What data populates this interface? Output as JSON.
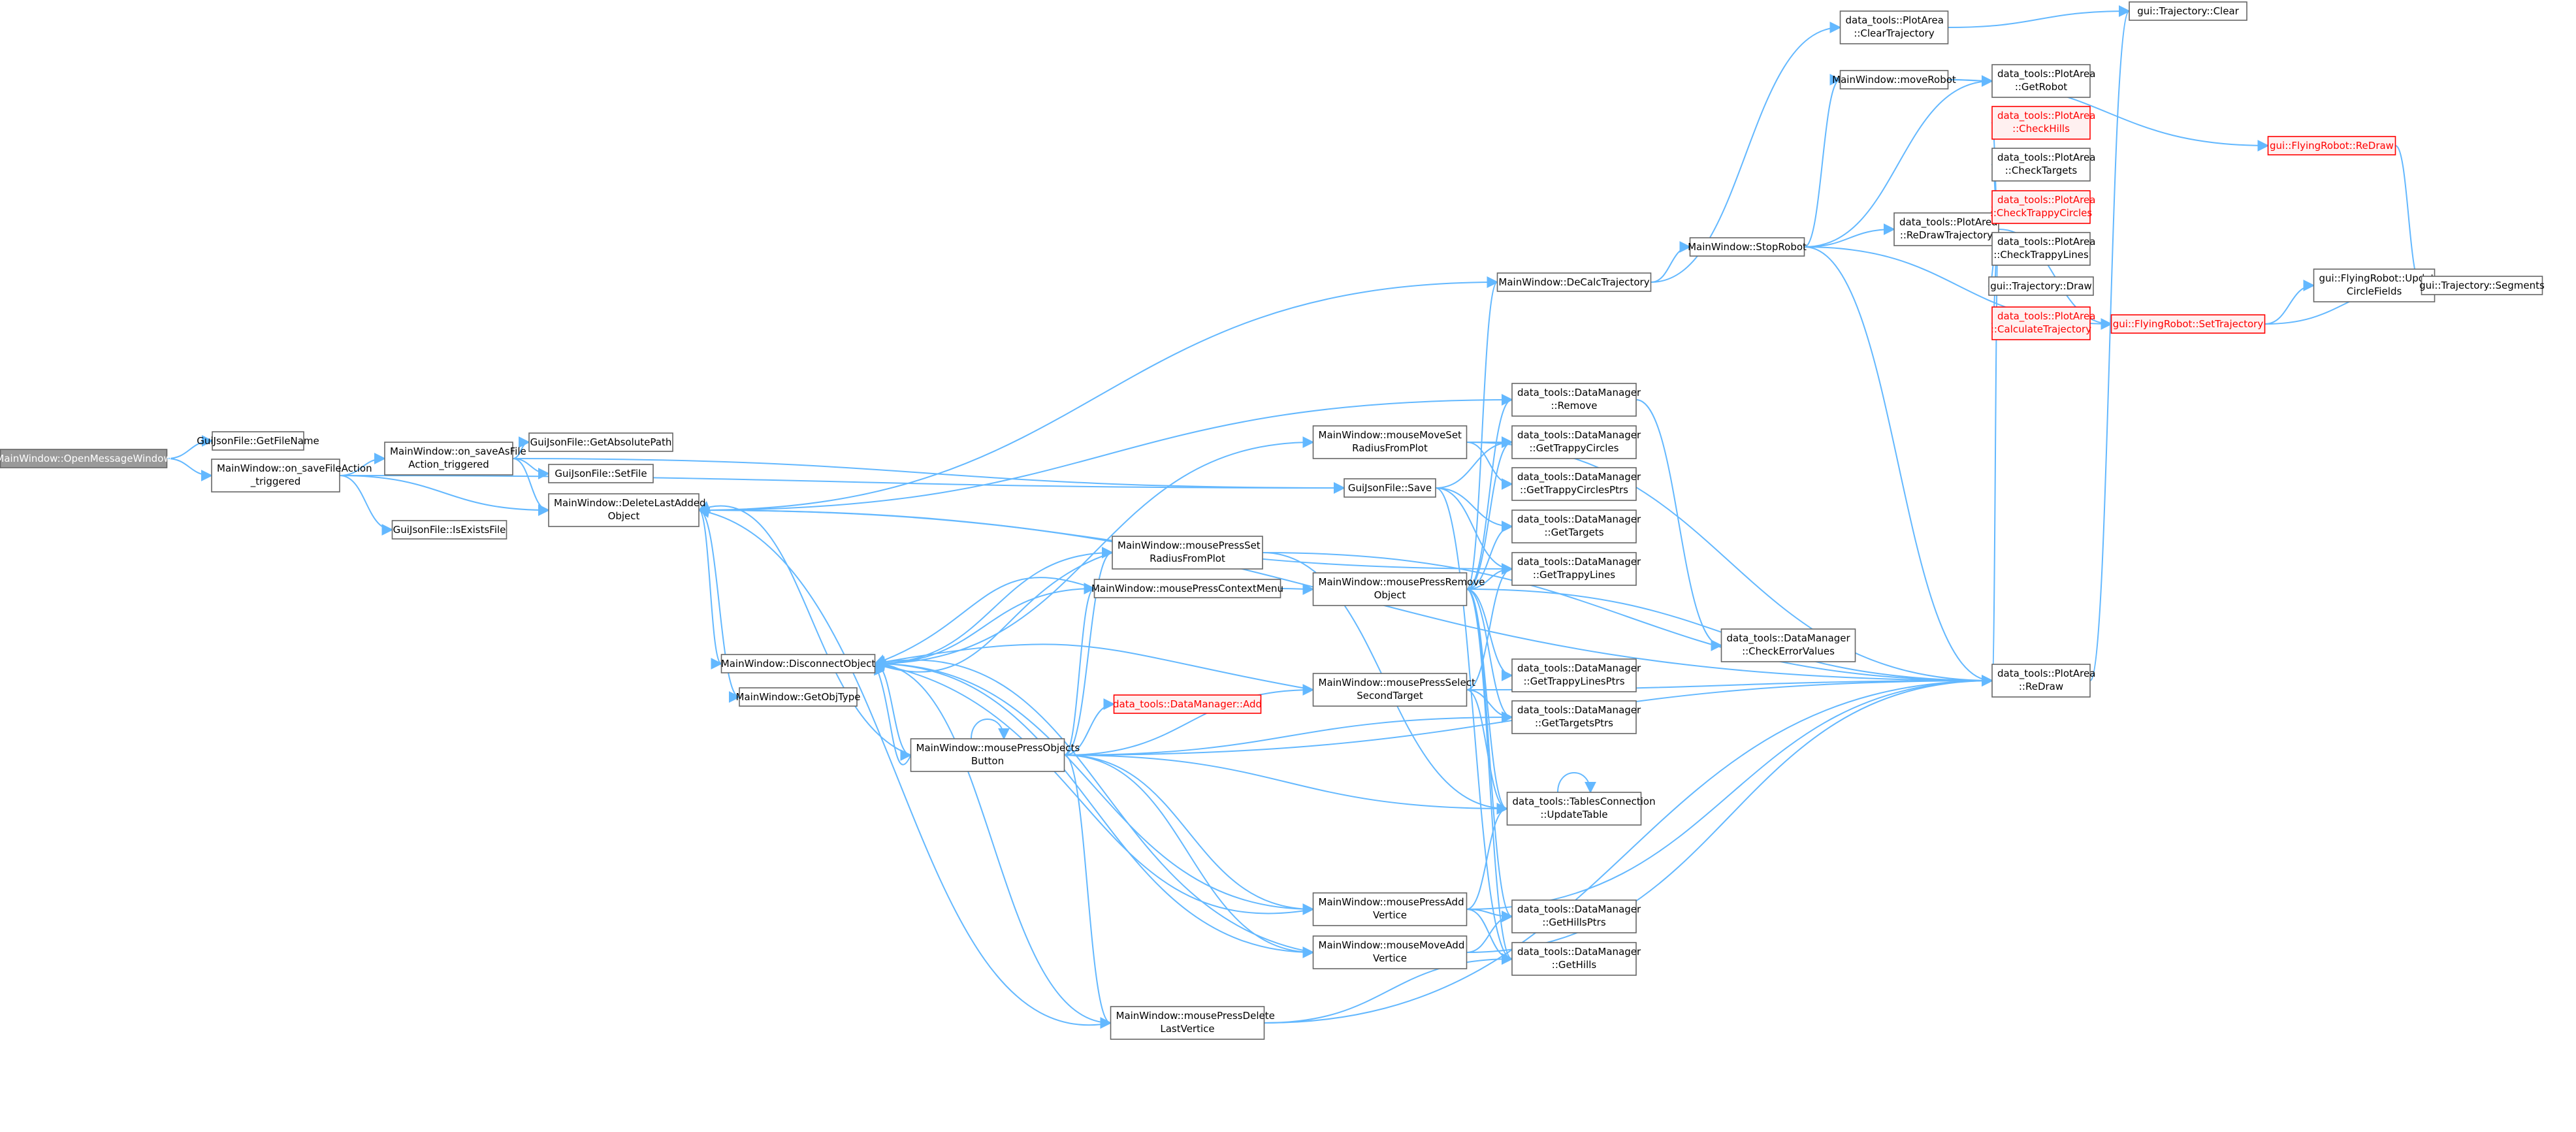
{
  "colors": {
    "edge": "#63b8ff",
    "node_fill": "#ffffff",
    "node_border": "#666666",
    "red_border": "#ff0000",
    "red_fill": "#fff0f0",
    "root_fill": "#999999",
    "root_border": "#666666"
  },
  "nodes": [
    {
      "id": "n0",
      "lines": [
        "MainWindow::OpenMessageWindow"
      ],
      "style": "root"
    },
    {
      "id": "n1",
      "lines": [
        "GuiJsonFile::GetFileName"
      ],
      "style": "normal"
    },
    {
      "id": "n2",
      "lines": [
        "MainWindow::on_saveFileAction",
        "_triggered"
      ],
      "style": "normal"
    },
    {
      "id": "n3",
      "lines": [
        "MainWindow::on_saveAsFile",
        "Action_triggered"
      ],
      "style": "normal"
    },
    {
      "id": "n4",
      "lines": [
        "GuiJsonFile::IsExistsFile"
      ],
      "style": "normal"
    },
    {
      "id": "n5",
      "lines": [
        "GuiJsonFile::GetAbsolutePath"
      ],
      "style": "normal"
    },
    {
      "id": "n6",
      "lines": [
        "GuiJsonFile::SetFile"
      ],
      "style": "normal"
    },
    {
      "id": "n7",
      "lines": [
        "MainWindow::DeleteLastAdded",
        "Object"
      ],
      "style": "normal"
    },
    {
      "id": "n8",
      "lines": [
        "MainWindow::DisconnectObject"
      ],
      "style": "normal"
    },
    {
      "id": "n9",
      "lines": [
        "MainWindow::GetObjType"
      ],
      "style": "normal"
    },
    {
      "id": "n10",
      "lines": [
        "MainWindow::mousePressSet",
        "RadiusFromPlot"
      ],
      "style": "normal"
    },
    {
      "id": "n11",
      "lines": [
        "MainWindow::mousePressContextMenu"
      ],
      "style": "normal"
    },
    {
      "id": "n12",
      "lines": [
        "data_tools::DataManager::Add"
      ],
      "style": "red"
    },
    {
      "id": "n13",
      "lines": [
        "MainWindow::mousePressObjects",
        "Button"
      ],
      "style": "normal"
    },
    {
      "id": "n14",
      "lines": [
        "MainWindow::mousePressDelete",
        "LastVertice"
      ],
      "style": "normal"
    },
    {
      "id": "n15",
      "lines": [
        "MainWindow::mouseMoveSet",
        "RadiusFromPlot"
      ],
      "style": "normal"
    },
    {
      "id": "n16",
      "lines": [
        "GuiJsonFile::Save"
      ],
      "style": "normal"
    },
    {
      "id": "n17",
      "lines": [
        "MainWindow::mousePressRemove",
        "Object"
      ],
      "style": "normal"
    },
    {
      "id": "n18",
      "lines": [
        "MainWindow::mousePressSelect",
        "SecondTarget"
      ],
      "style": "normal"
    },
    {
      "id": "n19",
      "lines": [
        "MainWindow::mousePressAdd",
        "Vertice"
      ],
      "style": "normal"
    },
    {
      "id": "n20",
      "lines": [
        "MainWindow::mouseMoveAdd",
        "Vertice"
      ],
      "style": "normal"
    },
    {
      "id": "n21",
      "lines": [
        "MainWindow::DeCalcTrajectory"
      ],
      "style": "normal"
    },
    {
      "id": "n22",
      "lines": [
        "data_tools::DataManager",
        "::Remove"
      ],
      "style": "normal"
    },
    {
      "id": "n23",
      "lines": [
        "data_tools::DataManager",
        "::GetTrappyCircles"
      ],
      "style": "normal"
    },
    {
      "id": "n24",
      "lines": [
        "data_tools::DataManager",
        "::GetTrappyCirclesPtrs"
      ],
      "style": "normal"
    },
    {
      "id": "n25",
      "lines": [
        "data_tools::DataManager",
        "::GetTargets"
      ],
      "style": "normal"
    },
    {
      "id": "n26",
      "lines": [
        "data_tools::DataManager",
        "::GetTrappyLines"
      ],
      "style": "normal"
    },
    {
      "id": "n27",
      "lines": [
        "data_tools::DataManager",
        "::GetTrappyLinesPtrs"
      ],
      "style": "normal"
    },
    {
      "id": "n28",
      "lines": [
        "data_tools::DataManager",
        "::GetTargetsPtrs"
      ],
      "style": "normal"
    },
    {
      "id": "n29",
      "lines": [
        "data_tools::TablesConnection",
        "::UpdateTable"
      ],
      "style": "normal"
    },
    {
      "id": "n30",
      "lines": [
        "data_tools::DataManager",
        "::GetHillsPtrs"
      ],
      "style": "normal"
    },
    {
      "id": "n31",
      "lines": [
        "data_tools::DataManager",
        "::GetHills"
      ],
      "style": "normal"
    },
    {
      "id": "n32",
      "lines": [
        "data_tools::DataManager",
        "::CheckErrorValues"
      ],
      "style": "normal"
    },
    {
      "id": "n33",
      "lines": [
        "MainWindow::StopRobot"
      ],
      "style": "normal"
    },
    {
      "id": "n34",
      "lines": [
        "data_tools::PlotArea",
        "::ClearTrajectory"
      ],
      "style": "normal"
    },
    {
      "id": "n35",
      "lines": [
        "MainWindow::moveRobot"
      ],
      "style": "normal"
    },
    {
      "id": "n36",
      "lines": [
        "data_tools::PlotArea",
        "::ReDrawTrajectory"
      ],
      "style": "normal"
    },
    {
      "id": "n37",
      "lines": [
        "data_tools::PlotArea",
        "::ReDraw"
      ],
      "style": "normal"
    },
    {
      "id": "n38",
      "lines": [
        "gui::Trajectory::Clear"
      ],
      "style": "normal"
    },
    {
      "id": "n39",
      "lines": [
        "data_tools::PlotArea",
        "::GetRobot"
      ],
      "style": "normal"
    },
    {
      "id": "n40",
      "lines": [
        "data_tools::PlotArea",
        "::CheckHills"
      ],
      "style": "red"
    },
    {
      "id": "n41",
      "lines": [
        "data_tools::PlotArea",
        "::CheckTargets"
      ],
      "style": "normal"
    },
    {
      "id": "n42",
      "lines": [
        "data_tools::PlotArea",
        "::CheckTrappyCircles"
      ],
      "style": "red"
    },
    {
      "id": "n43",
      "lines": [
        "data_tools::PlotArea",
        "::CheckTrappyLines"
      ],
      "style": "normal"
    },
    {
      "id": "n44",
      "lines": [
        "gui::Trajectory::Draw"
      ],
      "style": "normal"
    },
    {
      "id": "n45",
      "lines": [
        "data_tools::PlotArea",
        "::CalculateTrajectory"
      ],
      "style": "red"
    },
    {
      "id": "n46",
      "lines": [
        "gui::FlyingRobot::SetTrajectory"
      ],
      "style": "red"
    },
    {
      "id": "n47",
      "lines": [
        "gui::FlyingRobot::ReDraw"
      ],
      "style": "red"
    },
    {
      "id": "n48",
      "lines": [
        "gui::FlyingRobot::Update",
        "CircleFields"
      ],
      "style": "normal"
    },
    {
      "id": "n49",
      "lines": [
        "gui::Trajectory::Segments"
      ],
      "style": "normal"
    }
  ],
  "edges": [
    [
      "n0",
      "n1"
    ],
    [
      "n0",
      "n2"
    ],
    [
      "n2",
      "n3"
    ],
    [
      "n2",
      "n4"
    ],
    [
      "n2",
      "n7"
    ],
    [
      "n2",
      "n16"
    ],
    [
      "n3",
      "n5"
    ],
    [
      "n3",
      "n6"
    ],
    [
      "n3",
      "n7"
    ],
    [
      "n3",
      "n16"
    ],
    [
      "n7",
      "n8"
    ],
    [
      "n7",
      "n9"
    ],
    [
      "n7",
      "n21"
    ],
    [
      "n7",
      "n22"
    ],
    [
      "n7",
      "n26"
    ],
    [
      "n7",
      "n37"
    ],
    [
      "n8",
      "n10"
    ],
    [
      "n8",
      "n11"
    ],
    [
      "n8",
      "n13"
    ],
    [
      "n8",
      "n14"
    ],
    [
      "n8",
      "n15"
    ],
    [
      "n8",
      "n19"
    ],
    [
      "n8",
      "n20"
    ],
    [
      "n10",
      "n8"
    ],
    [
      "n10",
      "n29"
    ],
    [
      "n10",
      "n37"
    ],
    [
      "n11",
      "n8"
    ],
    [
      "n11",
      "n17"
    ],
    [
      "n13",
      "n7"
    ],
    [
      "n13",
      "n8"
    ],
    [
      "n13",
      "n10"
    ],
    [
      "n13",
      "n11"
    ],
    [
      "n13",
      "n12"
    ],
    [
      "n13",
      "n13"
    ],
    [
      "n13",
      "n14"
    ],
    [
      "n13",
      "n18"
    ],
    [
      "n13",
      "n19"
    ],
    [
      "n13",
      "n20"
    ],
    [
      "n13",
      "n28"
    ],
    [
      "n13",
      "n29"
    ],
    [
      "n13",
      "n37"
    ],
    [
      "n14",
      "n7"
    ],
    [
      "n14",
      "n31"
    ],
    [
      "n14",
      "n37"
    ],
    [
      "n15",
      "n23"
    ],
    [
      "n15",
      "n24"
    ],
    [
      "n15",
      "n37"
    ],
    [
      "n16",
      "n23"
    ],
    [
      "n16",
      "n25"
    ],
    [
      "n16",
      "n26"
    ],
    [
      "n16",
      "n31"
    ],
    [
      "n17",
      "n21"
    ],
    [
      "n17",
      "n22"
    ],
    [
      "n17",
      "n23"
    ],
    [
      "n17",
      "n25"
    ],
    [
      "n17",
      "n26"
    ],
    [
      "n17",
      "n27"
    ],
    [
      "n17",
      "n28"
    ],
    [
      "n17",
      "n29"
    ],
    [
      "n17",
      "n30"
    ],
    [
      "n17",
      "n31"
    ],
    [
      "n17",
      "n37"
    ],
    [
      "n18",
      "n8"
    ],
    [
      "n18",
      "n26"
    ],
    [
      "n18",
      "n28"
    ],
    [
      "n18",
      "n29"
    ],
    [
      "n18",
      "n37"
    ],
    [
      "n19",
      "n8"
    ],
    [
      "n19",
      "n29"
    ],
    [
      "n19",
      "n30"
    ],
    [
      "n19",
      "n31"
    ],
    [
      "n19",
      "n37"
    ],
    [
      "n20",
      "n8"
    ],
    [
      "n20",
      "n30"
    ],
    [
      "n20",
      "n37"
    ],
    [
      "n21",
      "n33"
    ],
    [
      "n21",
      "n34"
    ],
    [
      "n22",
      "n32"
    ],
    [
      "n29",
      "n29"
    ],
    [
      "n33",
      "n35"
    ],
    [
      "n33",
      "n36"
    ],
    [
      "n33",
      "n37"
    ],
    [
      "n33",
      "n46"
    ],
    [
      "n33",
      "n39"
    ],
    [
      "n34",
      "n38"
    ],
    [
      "n35",
      "n39"
    ],
    [
      "n35",
      "n47"
    ],
    [
      "n36",
      "n37"
    ],
    [
      "n36",
      "n40"
    ],
    [
      "n36",
      "n41"
    ],
    [
      "n36",
      "n42"
    ],
    [
      "n36",
      "n43"
    ],
    [
      "n36",
      "n44"
    ],
    [
      "n36",
      "n45"
    ],
    [
      "n36",
      "n46"
    ],
    [
      "n37",
      "n38"
    ],
    [
      "n46",
      "n48"
    ],
    [
      "n46",
      "n49"
    ],
    [
      "n47",
      "n49"
    ],
    [
      "n48",
      "n49"
    ]
  ]
}
